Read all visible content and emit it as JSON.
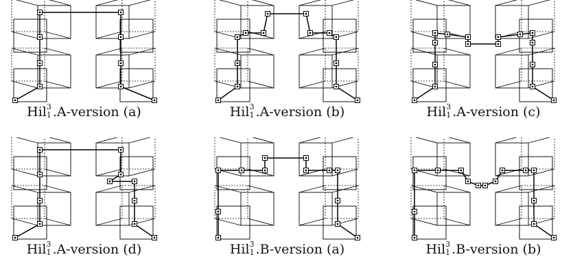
{
  "panels": [
    {
      "base": "Hil",
      "sup": "3",
      "sub": "1",
      "suffix": ".A-version (a)"
    },
    {
      "base": "Hil",
      "sup": "3",
      "sub": "1",
      "suffix": ".A-version (b)"
    },
    {
      "base": "Hil",
      "sup": "3",
      "sub": "1",
      "suffix": ".A-version (c)"
    },
    {
      "base": "Hil",
      "sup": "3",
      "sub": "1",
      "suffix": ".A-version (d)"
    },
    {
      "base": "Hil",
      "sup": "3",
      "sub": "1",
      "suffix": ".B-version (a)"
    },
    {
      "base": "Hil",
      "sup": "3",
      "sub": "1",
      "suffix": ".B-version (b)"
    }
  ]
}
